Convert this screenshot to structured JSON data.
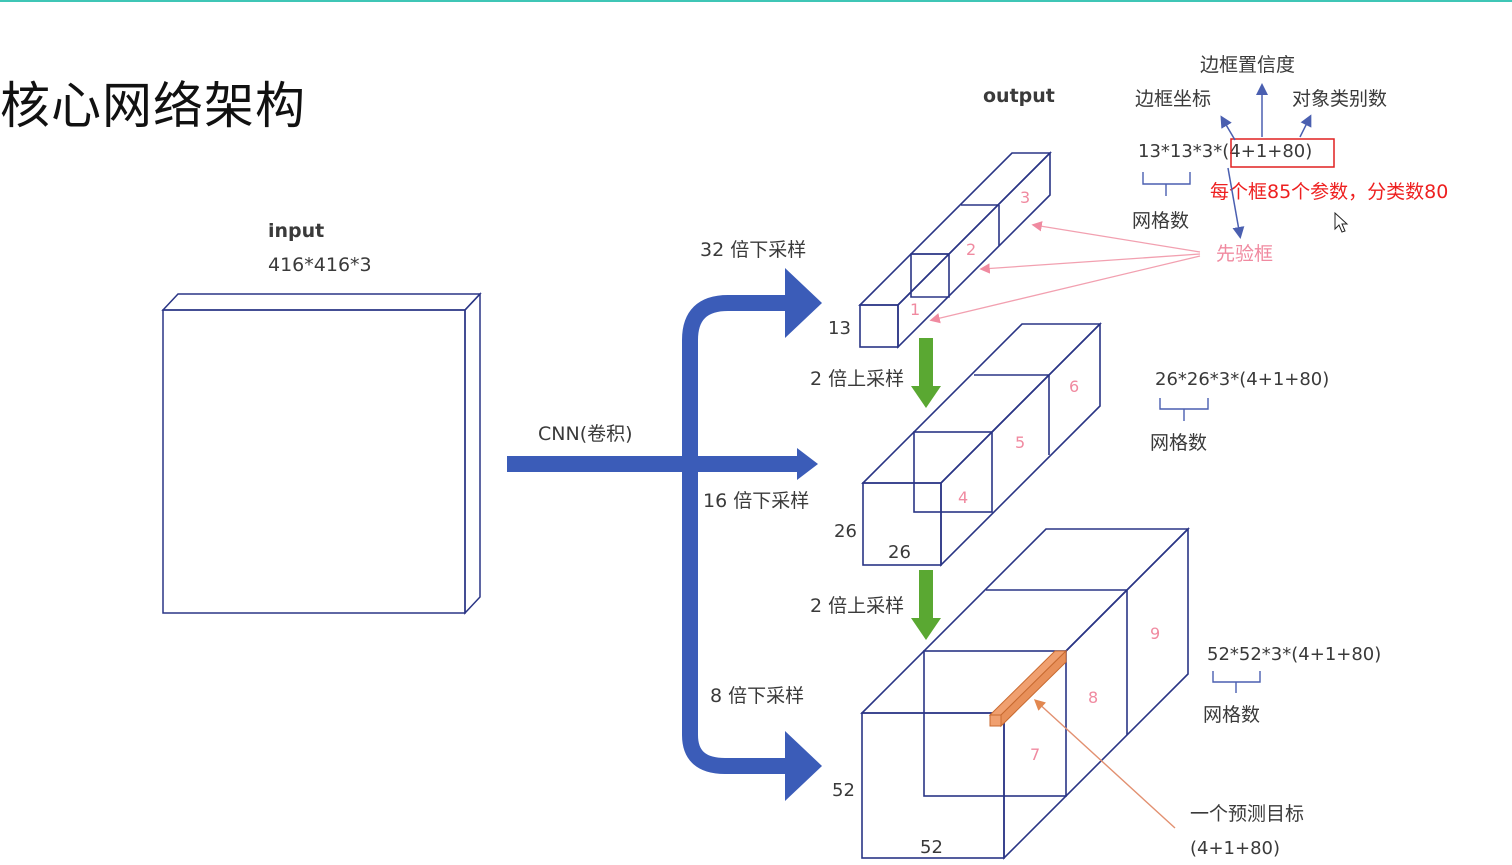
{
  "title": "核心网络架构",
  "input": {
    "label": "input",
    "size": "416*416*3"
  },
  "cnn_label": "CNN(卷积)",
  "downsample": {
    "d32": "32 倍下采样",
    "d16": "16 倍下采样",
    "d8": "8 倍下采样"
  },
  "upsample": {
    "u1": "2 倍上采样",
    "u2": "2 倍上采样"
  },
  "output_label": "output",
  "annotations": {
    "confidence": "边框置信度",
    "coords": "边框坐标",
    "classes": "对象类别数",
    "formula13": "13*13*3*(4+1+80)",
    "grid": "网格数",
    "note": "每个框85个参数，分类数80",
    "anchor": "先验框",
    "formula26": "26*26*3*(4+1+80)",
    "formula52": "52*52*3*(4+1+80)",
    "target": "一个预测目标",
    "target_formula": "(4+1+80)"
  },
  "dims": {
    "d13": "13",
    "d26a": "26",
    "d26b": "26",
    "d52a": "52",
    "d52b": "52"
  },
  "cells": [
    "1",
    "2",
    "3",
    "4",
    "5",
    "6",
    "7",
    "8",
    "9"
  ],
  "colors": {
    "blue_arrow": "#3b5cb8",
    "green_arrow": "#5aa832",
    "pink": "#f08aa0",
    "red": "#ee2020",
    "orange": "#f0a070",
    "box": "#2a3585"
  }
}
